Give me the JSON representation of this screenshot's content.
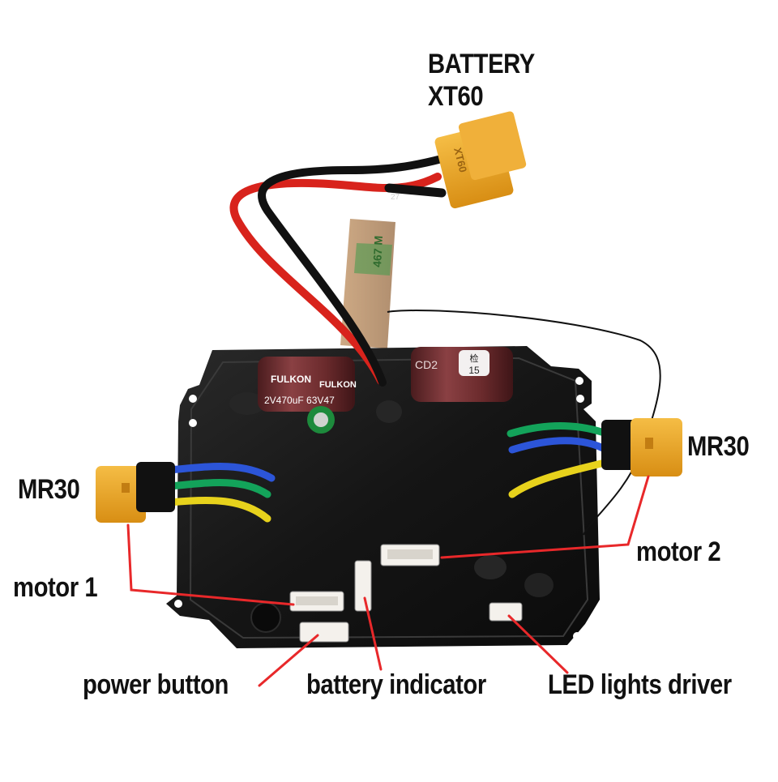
{
  "labels": {
    "battery_line1": "BATTERY",
    "battery_line2": "XT60",
    "mr30_left": "MR30",
    "mr30_right": "MR30",
    "motor_1": "motor 1",
    "motor_2": "motor 2",
    "power_button": "power button",
    "battery_indicator": "battery indicator",
    "led_driver": "LED lights driver"
  },
  "printed_markings": {
    "xt60_body": "XT60",
    "cap_brand_1": "FULKON",
    "cap_brand_2": "FULKON",
    "cap_rating": "2V470uF 63V47",
    "cap_right_code": "CD2",
    "cap_right_number": "15",
    "cap_right_stamp": "检",
    "tape_text": "467 M",
    "wire_text": "27"
  },
  "colors": {
    "background": "#ffffff",
    "board": "#141414",
    "connector_yellow": "#e8a52a",
    "callout_line": "#e8282a",
    "wire_red": "#d8231c",
    "wire_black": "#111111",
    "wire_blue": "#2c55d8",
    "wire_green": "#13a35a",
    "wire_yellow": "#e7d21c",
    "capacitor": "#6a2a2c"
  }
}
